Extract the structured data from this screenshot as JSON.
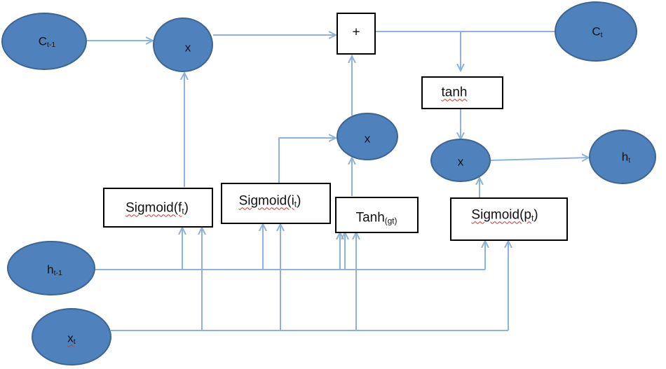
{
  "colors": {
    "node_fill": "#4f81bd",
    "node_stroke": "#3c6591",
    "edge": "#8fb2dc",
    "box_border": "#000000"
  },
  "nodes": {
    "c_prev": {
      "base": "C",
      "sub": "t-1"
    },
    "mult_forget": {
      "text": "x"
    },
    "plus": {
      "text": "+"
    },
    "c_t": {
      "base": "C",
      "sub": "t"
    },
    "tanh": {
      "text": "tanh"
    },
    "mult_input": {
      "text": "x"
    },
    "mult_output": {
      "text": "x"
    },
    "h_t": {
      "base": "h",
      "sub": "t"
    },
    "sigmoid_f": {
      "base": "Sigmoid(f",
      "sub": "t",
      "close": ")"
    },
    "sigmoid_i": {
      "base": "Sigmoid(i",
      "sub": "t",
      "close": ")"
    },
    "tanh_g": {
      "base": "Tanh",
      "sub": "(g",
      "sub2": "t)"
    },
    "sigmoid_p": {
      "base": "Sigmoid(p",
      "sub": "t",
      "close": ")"
    },
    "h_prev": {
      "base": "h",
      "sub": "t-1"
    },
    "x_t": {
      "base": "x",
      "sub": "t"
    }
  }
}
